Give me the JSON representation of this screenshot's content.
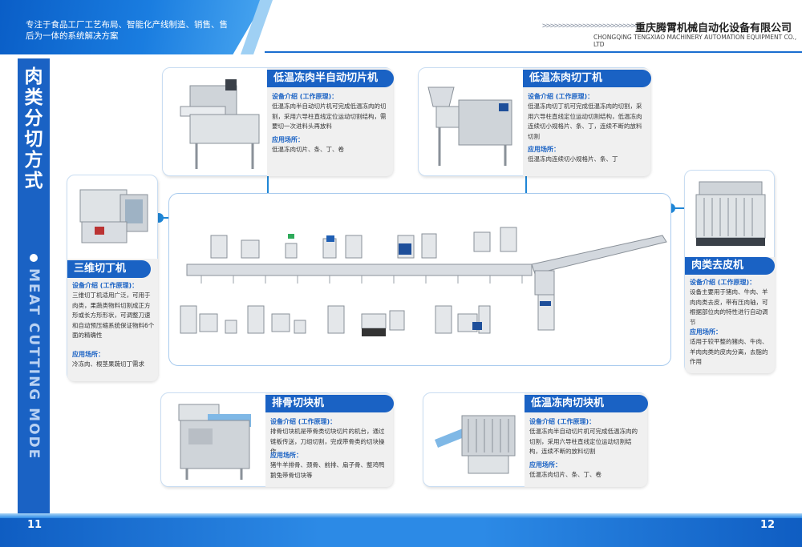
{
  "header": {
    "slogan": "专注于食品工厂工艺布局、智能化产线制造、销售、售后为一体的系统解决方案",
    "chevrons": ">>>>>>>>>>>>>>>>>>>>>>>>",
    "company_cn": "重庆腾霄机械自动化设备有限公司",
    "company_en": "CHONGQING TENGXIAO MACHINERY AUTOMATION EQUIPMENT CO., LTD"
  },
  "sidebar": {
    "title_cn": "肉类分切方式",
    "title_en": "MEAT CUTTING MODE"
  },
  "footer": {
    "page_left": "11",
    "page_right": "12"
  },
  "colors": {
    "brand_blue": "#1a62c4",
    "accent_blue": "#1f86d6",
    "card_bg": "#f0f0f0"
  },
  "cards": {
    "semi_slicer": {
      "title": "低温冻肉半自动切片机",
      "intro_label": "设备介绍 (工作原理)：",
      "intro": "低温冻肉半自动切片机可完成低温冻肉的切割，采用六导柱直线定位运动切割结构，需要切一次进料头再放料",
      "app_label": "应用场所：",
      "app": "低温冻肉切片、条、丁、卷"
    },
    "dicer": {
      "title": "低温冻肉切丁机",
      "intro_label": "设备介绍 (工作原理)：",
      "intro": "低温冻肉切丁机可完成低温冻肉的切割，采用六导柱直线定位运动切割结构，低温冻肉连续切小规格片、条、丁，连续不断的放料切割",
      "app_label": "应用场所：",
      "app": "低温冻肉连续切小规格片、条、丁"
    },
    "cube": {
      "title": "三维切丁机",
      "intro_label": "设备介绍 (工作原理)：",
      "intro": "三维切丁机适用广泛，可用于肉类，果蔬类物料切割成正方形或长方形形状，可调整刀速和自动预压缩系统保证物料6个面的精确性",
      "app_label": "应用场所：",
      "app": "冷冻肉、根茎果蔬切丁需求"
    },
    "skinner": {
      "title": "肉类去皮机",
      "intro_label": "设备介绍 (工作原理)：",
      "intro": "设备主要用于猪肉、牛肉、羊肉肉类去皮，带有压肉轴，可根据部位肉的特性进行自动调节",
      "app_label": "应用场所：",
      "app": "适用于较平整的猪肉、牛肉、羊肉肉类的皮肉分离，去脂的作用"
    },
    "rib": {
      "title": "排骨切块机",
      "intro_label": "设备介绍 (工作原理)：",
      "intro": "排骨切块机是带骨类切块切片的机台，通过链板传送，刀组切割，完成带骨类的切块操作",
      "app_label": "应用场所：",
      "app": "猪牛羊排骨、颈骨、前排、扇子骨、整鸡鸭鹅兔带骨切块等"
    },
    "block": {
      "title": "低温冻肉切块机",
      "intro_label": "设备介绍 (工作原理)：",
      "intro": "低温冻肉半自动切片机可完成低温冻肉的切割，采用六导柱直线定位运动切割结构，连续不断的放料切割",
      "app_label": "应用场所：",
      "app": "低温冻肉切片、条、丁、卷"
    }
  }
}
